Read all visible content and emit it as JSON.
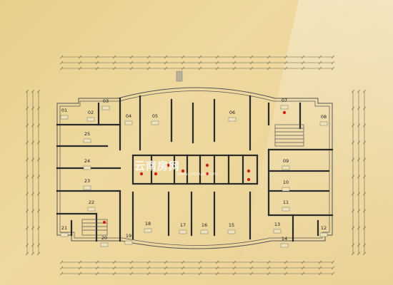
{
  "plan": {
    "units_top": [
      {
        "id": "01"
      },
      {
        "id": "02"
      },
      {
        "id": "03"
      },
      {
        "id": "04"
      },
      {
        "id": "05"
      },
      {
        "id": "06"
      },
      {
        "id": "07"
      },
      {
        "id": "08"
      }
    ],
    "units_left": [
      {
        "id": "25"
      },
      {
        "id": "24"
      },
      {
        "id": "23"
      },
      {
        "id": "22"
      },
      {
        "id": "21"
      },
      {
        "id": "20"
      },
      {
        "id": "19"
      }
    ],
    "units_bottom": [
      {
        "id": "18"
      },
      {
        "id": "17"
      },
      {
        "id": "16"
      },
      {
        "id": "15"
      },
      {
        "id": "14"
      },
      {
        "id": "13"
      },
      {
        "id": "12"
      }
    ],
    "units_right": [
      {
        "id": "09"
      },
      {
        "id": "10"
      },
      {
        "id": "11"
      }
    ]
  },
  "watermark": {
    "text": "云南房网",
    "url": "www.ynhouse.com"
  },
  "colors": {
    "paper": "#e6cf8a",
    "wall": "#2b2b2b",
    "marker": "#cc2222"
  }
}
